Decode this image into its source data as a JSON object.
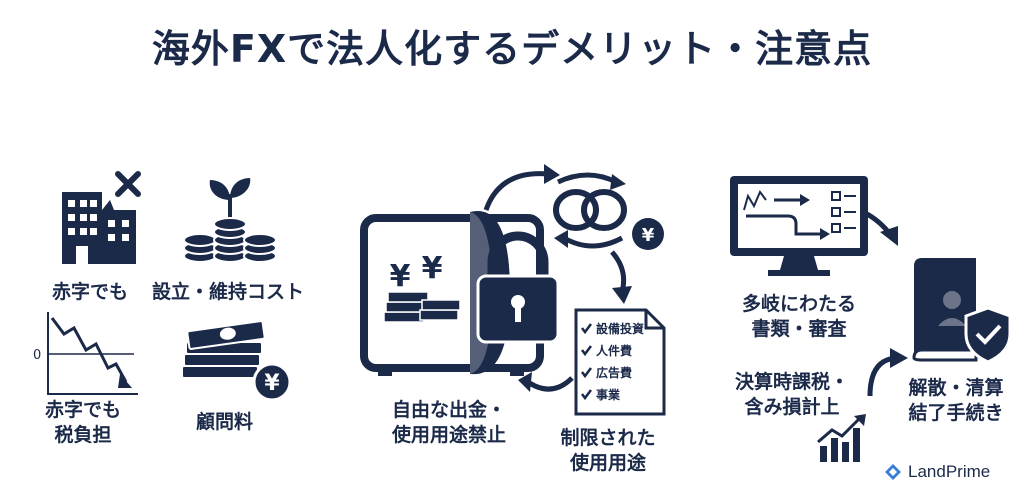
{
  "title": "海外FXで法人化するデメリット・注意点",
  "left": {
    "deficit": "赤字でも",
    "setup_cost": "設立・維持コスト",
    "chart_zero": "0",
    "tax_burden_line1": "赤字でも",
    "tax_burden_line2": "税負担",
    "advisor_fee": "顧問料"
  },
  "center": {
    "free_withdraw_line1": "自由な出金・",
    "free_withdraw_line2": "使用用途禁止",
    "restricted_line1": "制限された",
    "restricted_line2": "使用用途",
    "doc_items": [
      "設備投資",
      "人件費",
      "広告費",
      "事業"
    ],
    "yen_symbol": "¥"
  },
  "right": {
    "docs_review_line1": "多岐にわたる",
    "docs_review_line2": "書類・審査",
    "tax_line1": "決算時課税・",
    "tax_line2": "含み損計上",
    "dissolve_line1": "解散・清算",
    "dissolve_line2": "結了手続き"
  },
  "brand": {
    "name": "LandPrime"
  },
  "colors": {
    "navy": "#1c2a4a",
    "brand_blue": "#3a7bd5"
  }
}
